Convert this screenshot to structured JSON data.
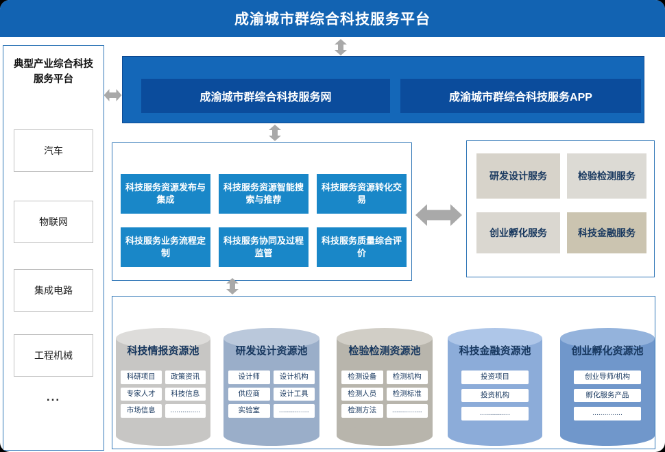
{
  "banner": {
    "title": "成渝城市群综合科技服务平台"
  },
  "sidebar": {
    "title": "典型产业综合科技服务平台",
    "items": [
      "汽车",
      "物联网",
      "集成电路",
      "工程机械"
    ],
    "more": "..."
  },
  "portals": {
    "web_label": "成渝城市群综合科技服务网",
    "app_label": "成渝城市群综合科技服务APP"
  },
  "platform_functions": [
    "科技服务资源发布与集成",
    "科技服务资源智能搜索与推荐",
    "科技服务资源转化交易",
    "科技服务业务流程定制",
    "科技服务协同及过程监管",
    "科技服务质量综合评价"
  ],
  "services": [
    "研发设计服务",
    "检验检测服务",
    "创业孵化服务",
    "科技金融服务"
  ],
  "resource_pools": [
    {
      "title": "科技情报资源池",
      "items": [
        "科研项目",
        "政策资讯",
        "专家人才",
        "科技信息",
        "市场信息",
        "..............."
      ]
    },
    {
      "title": "研发设计资源池",
      "items": [
        "设计师",
        "设计机构",
        "供应商",
        "设计工具",
        "实验室",
        "..............."
      ]
    },
    {
      "title": "检验检测资源池",
      "items": [
        "检测设备",
        "检测机构",
        "检测人员",
        "检测标准",
        "检测方法",
        "..............."
      ]
    },
    {
      "title": "科技金融资源池",
      "items": [
        "投资项目",
        "投资机构",
        "..............."
      ]
    },
    {
      "title": "创业孵化资源池",
      "items": [
        "创业导师/机构",
        "孵化服务产品",
        "..............."
      ]
    }
  ],
  "colors": {
    "banner_blue": "#1263B2",
    "portal_container_blue": "#1467B8",
    "portal_tile_blue": "#0B4C9C",
    "function_tile_blue": "#1987C8",
    "service_tile_gray": "#D7D3CA",
    "pool_gray": "#C7C6C4",
    "pool_steel_blue": "#9AAEC9",
    "pool_warm_gray": "#B8B5AC",
    "pool_blue": "#8CACD9",
    "pool_dark_blue": "#7097CB",
    "arrow_gray": "#A9A9A9",
    "border_blue": "#2E75B6"
  }
}
